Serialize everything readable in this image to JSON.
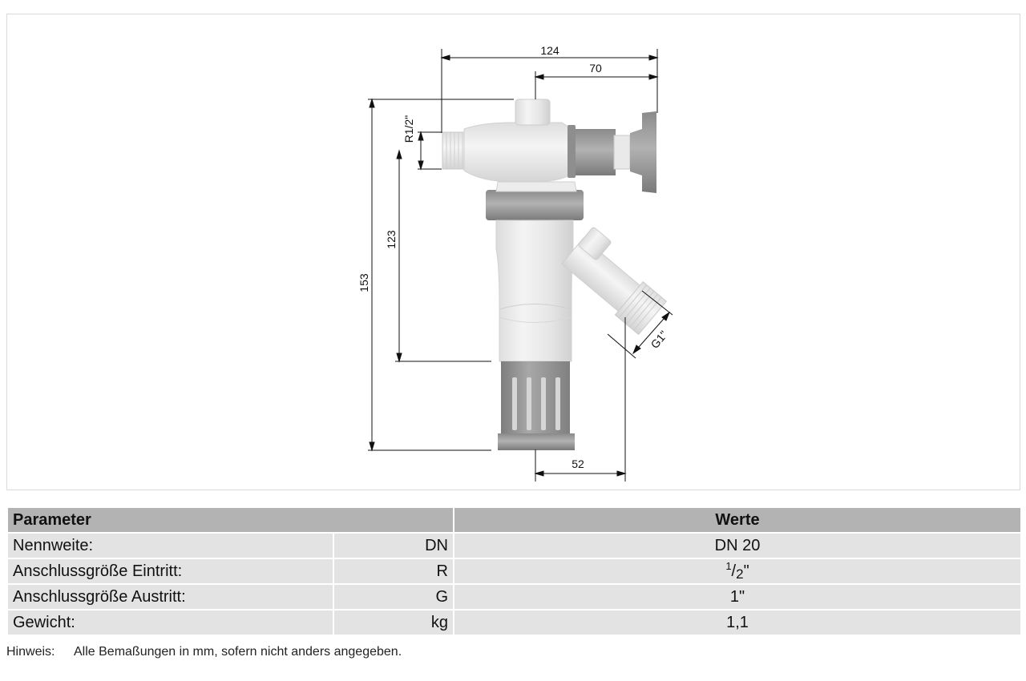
{
  "drawing": {
    "dimensions": {
      "overall_width": "124",
      "handle_width": "70",
      "overall_height": "153",
      "inlet_to_outlet": "123",
      "inlet_thread": "R1/2\"",
      "outlet_thread": "G1\"",
      "outlet_offset": "52"
    }
  },
  "table": {
    "header": {
      "parameter": "Parameter",
      "values": "Werte"
    },
    "rows": [
      {
        "label": "Nennweite:",
        "unit": "DN",
        "value": "DN 20"
      },
      {
        "label": "Anschlussgröße Eintritt:",
        "unit": "R",
        "value_num": "1",
        "value_den": "2",
        "value_suffix": "\""
      },
      {
        "label": "Anschlussgröße Austritt:",
        "unit": "G",
        "value": "1\""
      },
      {
        "label": "Gewicht:",
        "unit": "kg",
        "value": "1,1"
      }
    ]
  },
  "note": {
    "label": "Hinweis:",
    "text": "Alle Bemaßungen in mm, sofern nicht anders angegeben."
  }
}
